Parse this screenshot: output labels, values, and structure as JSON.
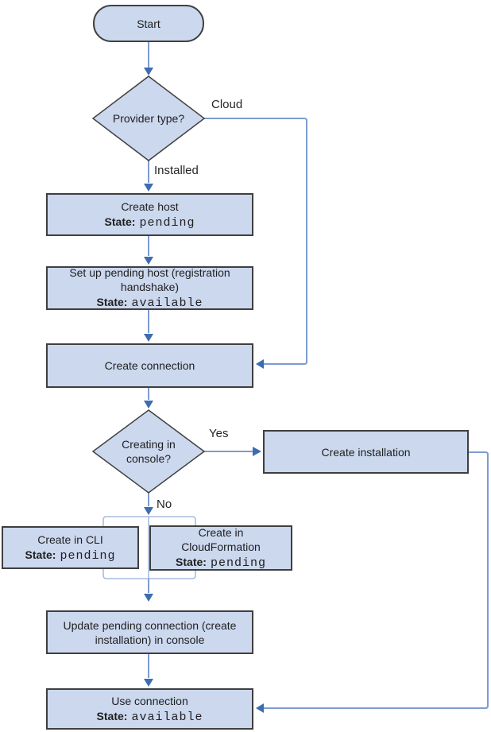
{
  "colors": {
    "node_fill": "#CBD8EE",
    "node_border": "#3F3F3F",
    "connector_line": "#7E9CD0",
    "bracket_line": "#A8BCDF",
    "arrowhead": "#3E6CB0",
    "text": "#1F1F1F"
  },
  "nodes": {
    "start": {
      "label": "Start"
    },
    "provider_type": {
      "label": "Provider type?"
    },
    "create_host": {
      "label": "Create host",
      "state_label": "State:",
      "state_value": "pending"
    },
    "setup_host": {
      "label": "Set up pending host (registration handshake)",
      "state_label": "State:",
      "state_value": "available"
    },
    "create_connection": {
      "label": "Create connection"
    },
    "creating_in_console": {
      "label": "Creating in console?"
    },
    "create_installation": {
      "label": "Create installation"
    },
    "create_cli": {
      "label": "Create in CLI",
      "state_label": "State:",
      "state_value": "pending"
    },
    "create_cloudformation": {
      "label": "Create in CloudFormation",
      "state_label": "State:",
      "state_value": "pending"
    },
    "update_pending_connection": {
      "label": "Update pending connection (create installation) in console"
    },
    "use_connection": {
      "label": "Use connection",
      "state_label": "State:",
      "state_value": "available"
    }
  },
  "edge_labels": {
    "cloud": "Cloud",
    "installed": "Installed",
    "yes": "Yes",
    "no": "No"
  }
}
